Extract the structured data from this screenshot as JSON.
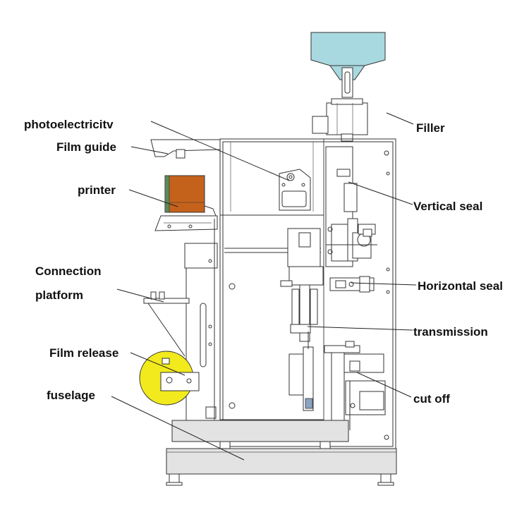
{
  "labels": {
    "photoelectricity": "photoelectricitv",
    "film_guide": "Film guide",
    "printer": "printer",
    "connection_platform_1": "Connection",
    "connection_platform_2": "platform",
    "film_release": "Film release",
    "fuselage": "fuselage",
    "filler": "Filler",
    "vertical_seal": "Vertical seal",
    "horizontal_seal": "Horizontal seal",
    "transmission": "transmission",
    "cut_off": "cut off"
  },
  "colors": {
    "hopper": "#a9d9e0",
    "printer": "#c4621c",
    "film_roll": "#f2ea1d",
    "base": "#e3e3e3",
    "line": "#333333"
  }
}
